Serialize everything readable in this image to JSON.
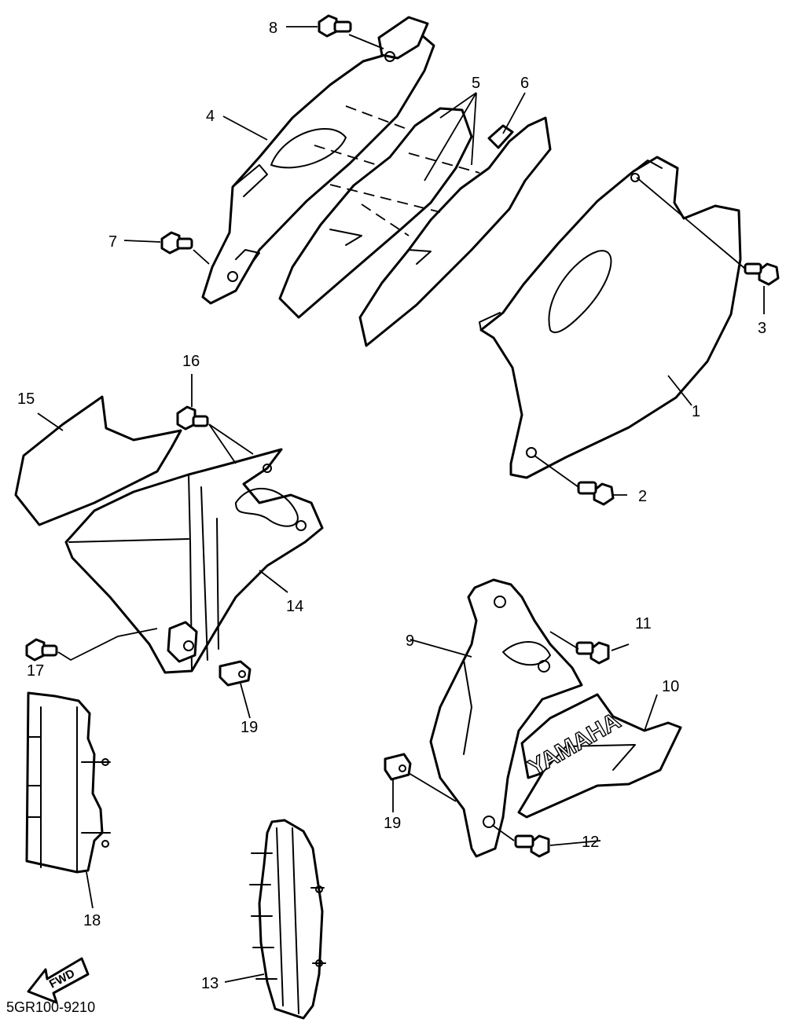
{
  "callouts": [
    "1",
    "2",
    "3",
    "4",
    "5",
    "6",
    "7",
    "8",
    "9",
    "10",
    "11",
    "12",
    "13",
    "14",
    "15",
    "16",
    "17",
    "18",
    "19"
  ],
  "callout_19_second": "19",
  "decal_text": "YAMAHA",
  "fwd_label": "FWD",
  "diagram_code": "5GR100-9210"
}
